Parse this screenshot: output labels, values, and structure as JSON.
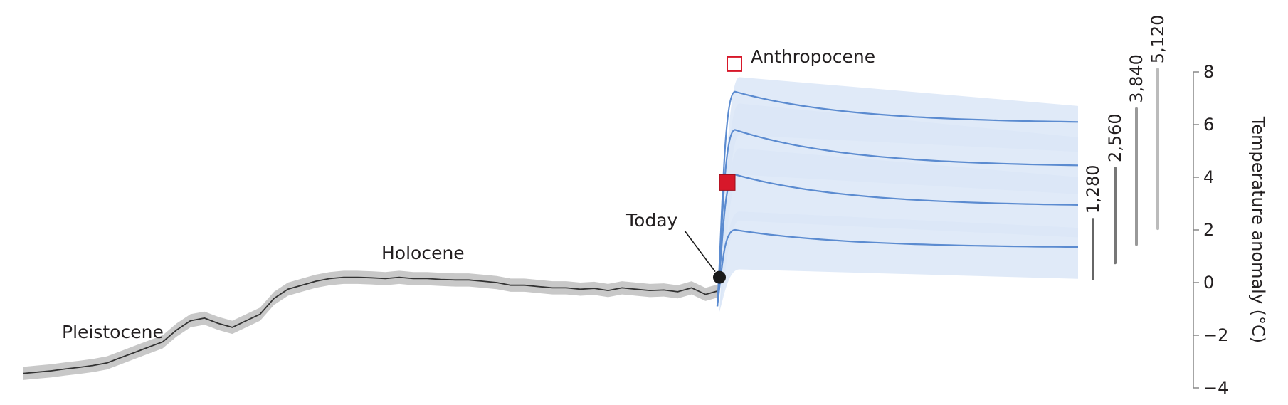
{
  "chart_data": {
    "type": "line",
    "title": "",
    "xlabel": "",
    "ylabel": "Temperature anomaly (°C)",
    "ylim": [
      -4,
      8
    ],
    "yticks": [
      8,
      6,
      4,
      2,
      0,
      -2,
      -4
    ],
    "ytick_labels": [
      "8",
      "6",
      "4",
      "2",
      "0",
      "−2",
      "−4"
    ],
    "grid": false,
    "colors": {
      "history": "#333333",
      "history_band": "#c8c8c8",
      "projection": "#5b8bd0",
      "projection_band": "#dbe6f7",
      "marker": "#d7182a",
      "today_dot": "#1a1a1a",
      "axis": "#888888"
    },
    "era_labels": [
      "Pleistocene",
      "Holocene",
      "Today",
      "Anthropocene"
    ],
    "history_series": {
      "name": "",
      "x": [
        0,
        2,
        4,
        6,
        8,
        10,
        12,
        14,
        16,
        18,
        20,
        22,
        24,
        26,
        28,
        30,
        32,
        34,
        36,
        38,
        40,
        42,
        44,
        46,
        48,
        50,
        52,
        54,
        56,
        58,
        60,
        62,
        64,
        66,
        68,
        70,
        72,
        74,
        76,
        78,
        80,
        82,
        84,
        86,
        88,
        90,
        92,
        94,
        96,
        98,
        100
      ],
      "y": [
        -3.45,
        -3.4,
        -3.35,
        -3.28,
        -3.22,
        -3.15,
        -3.05,
        -2.85,
        -2.65,
        -2.45,
        -2.25,
        -1.8,
        -1.45,
        -1.35,
        -1.55,
        -1.7,
        -1.45,
        -1.2,
        -0.6,
        -0.25,
        -0.1,
        0.05,
        0.15,
        0.2,
        0.2,
        0.18,
        0.15,
        0.2,
        0.15,
        0.15,
        0.12,
        0.1,
        0.1,
        0.05,
        0.0,
        -0.1,
        -0.1,
        -0.15,
        -0.2,
        -0.2,
        -0.25,
        -0.22,
        -0.3,
        -0.2,
        -0.25,
        -0.3,
        -0.28,
        -0.35,
        -0.2,
        -0.45,
        -0.3
      ],
      "uncertainty": 0.25
    },
    "today": {
      "x": 100,
      "y": 0.2
    },
    "projection_series": [
      {
        "name": "",
        "peak": 2.0,
        "end": 1.35,
        "band": [
          0.5,
          2.7
        ],
        "step_at": 0.22
      },
      {
        "name": "",
        "peak": 4.1,
        "end": 2.95,
        "band": [
          2.35,
          5.1
        ],
        "step_at": 0.15
      },
      {
        "name": "",
        "peak": 5.8,
        "end": 4.45,
        "band": [
          4.1,
          6.8
        ],
        "step_at": 0.0
      },
      {
        "name": "",
        "peak": 7.25,
        "end": 6.1,
        "band": [
          5.6,
          7.8
        ],
        "step_at": 0.0
      }
    ],
    "markers": [
      {
        "label": "Anthropocene",
        "style": "open-square",
        "y": 8.3
      },
      {
        "label": "",
        "style": "filled-square",
        "y": 3.8
      }
    ],
    "emission_bars": [
      {
        "label": "1,280",
        "ymin": 0.15,
        "ymax": 2.4,
        "color": "#666666"
      },
      {
        "label": "2,560",
        "ymin": 0.75,
        "ymax": 4.35,
        "color": "#777777"
      },
      {
        "label": "3,840",
        "ymin": 1.45,
        "ymax": 6.6,
        "color": "#999999"
      },
      {
        "label": "5,120",
        "ymin": 2.05,
        "ymax": 8.1,
        "color": "#bbbbbb"
      }
    ]
  }
}
